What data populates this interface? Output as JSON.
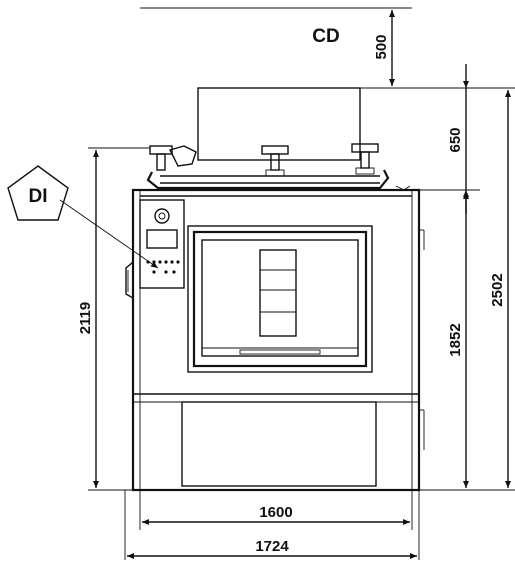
{
  "labels": {
    "cd": "CD",
    "di": "DI"
  },
  "dimensions": {
    "cd_clearance": "500",
    "top_unit_height": "650",
    "total_height": "2502",
    "machine_height": "1852",
    "height_with_fittings": "2119",
    "width": "1600",
    "overall_width": "1724"
  },
  "colors": {
    "line": "#111111",
    "panel": "#e8e8e8",
    "background": "#ffffff"
  }
}
